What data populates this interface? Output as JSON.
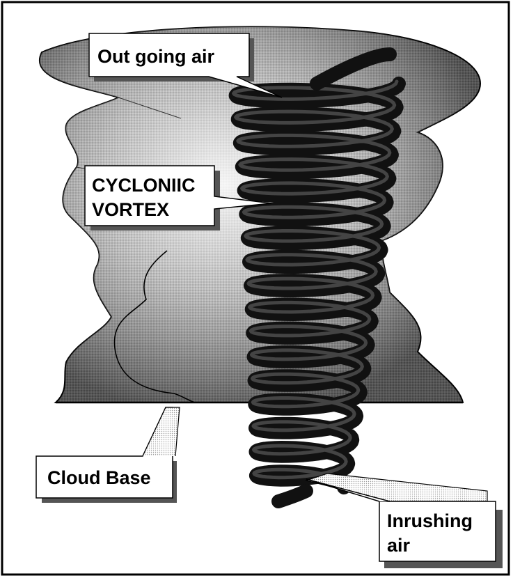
{
  "labels": {
    "outgoing_air": "Out going air",
    "cyclonic_vortex_line1": "CYCLONIIC",
    "cyclonic_vortex_line2": "VORTEX",
    "cloud_base": "Cloud Base",
    "inrushing_air_line1": "Inrushing",
    "inrushing_air_line2": "air"
  }
}
